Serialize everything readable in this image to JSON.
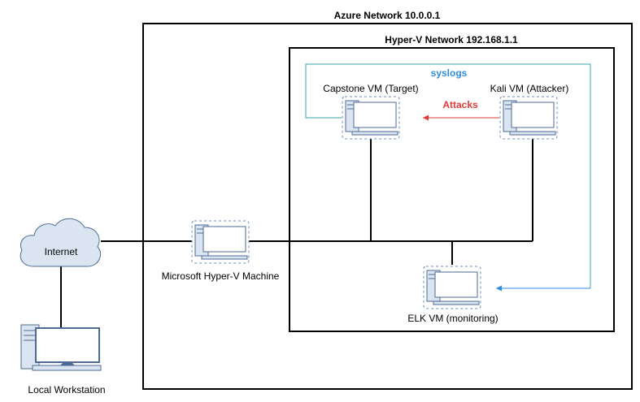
{
  "diagram": {
    "azure_network": {
      "label": "Azure Network 10.0.0.1"
    },
    "hyperv_network": {
      "label": "Hyper-V Network 192.168.1.1"
    },
    "nodes": {
      "capstone": {
        "label": "Capstone VM (Target)",
        "icon": "computer-icon"
      },
      "kali": {
        "label": "Kali VM (Attacker)",
        "icon": "computer-icon"
      },
      "hyperv_machine": {
        "label": "Microsoft Hyper-V Machine",
        "icon": "computer-icon"
      },
      "elk": {
        "label": "ELK VM (monitoring)",
        "icon": "computer-icon"
      },
      "internet": {
        "label": "Internet",
        "icon": "cloud-icon"
      },
      "workstation": {
        "label": "Local Workstation",
        "icon": "computer-icon"
      }
    },
    "edges": {
      "syslogs": {
        "label": "syslogs",
        "color": "#2d8ce0"
      },
      "attacks": {
        "label": "Attacks",
        "color": "#e53935"
      },
      "syslog_box_color": "#3aa6a6"
    }
  }
}
